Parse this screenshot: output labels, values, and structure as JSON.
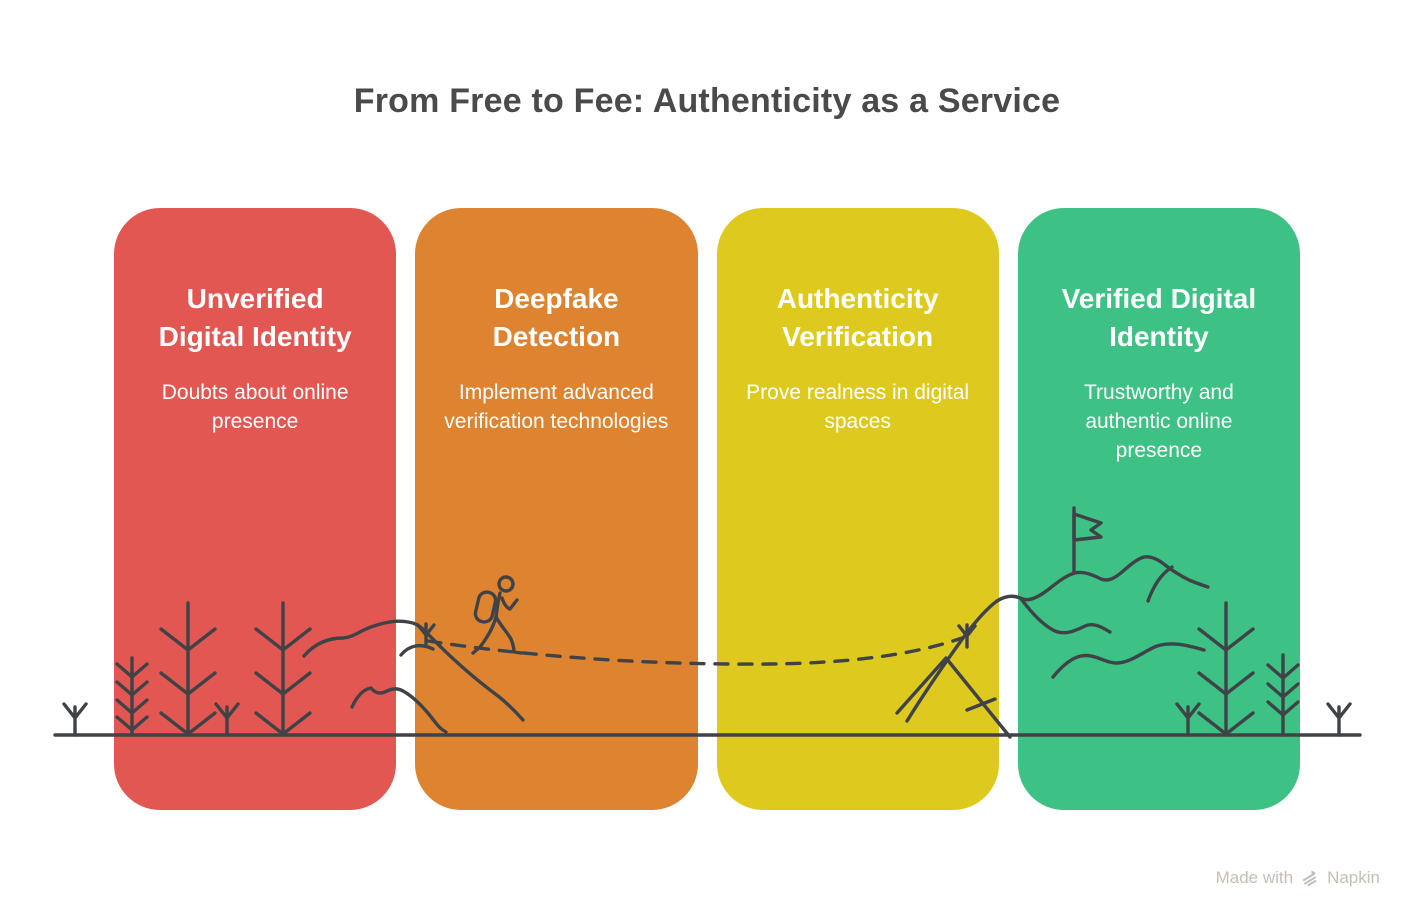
{
  "page": {
    "title": "From Free to Fee: Authenticity as a Service"
  },
  "stages": [
    {
      "title": "Unverified Digital Identity",
      "description": "Doubts about online presence",
      "color": "#E25751"
    },
    {
      "title": "Deepfake Detection",
      "description": "Implement advanced verification technologies",
      "color": "#DE8430"
    },
    {
      "title": "Authenticity Verification",
      "description": "Prove realness in digital spaces",
      "color": "#DECA1F"
    },
    {
      "title": "Verified Digital Identity",
      "description": "Trustworthy and authentic online presence",
      "color": "#3EC184"
    }
  ],
  "illustration": {
    "line_color": "#3F4347",
    "elements": [
      "forest-left",
      "hiker",
      "dashed-trail",
      "mountain-left",
      "mountain-summit",
      "summit-flag",
      "forest-right",
      "ground-line"
    ]
  },
  "footer": {
    "made_with_label": "Made with",
    "brand_name": "Napkin"
  },
  "colors": {
    "background": "#FFFFFF",
    "title_text": "#4A4A4A",
    "card_text": "#FFFFFF",
    "footer_text": "#C6BEB6"
  }
}
